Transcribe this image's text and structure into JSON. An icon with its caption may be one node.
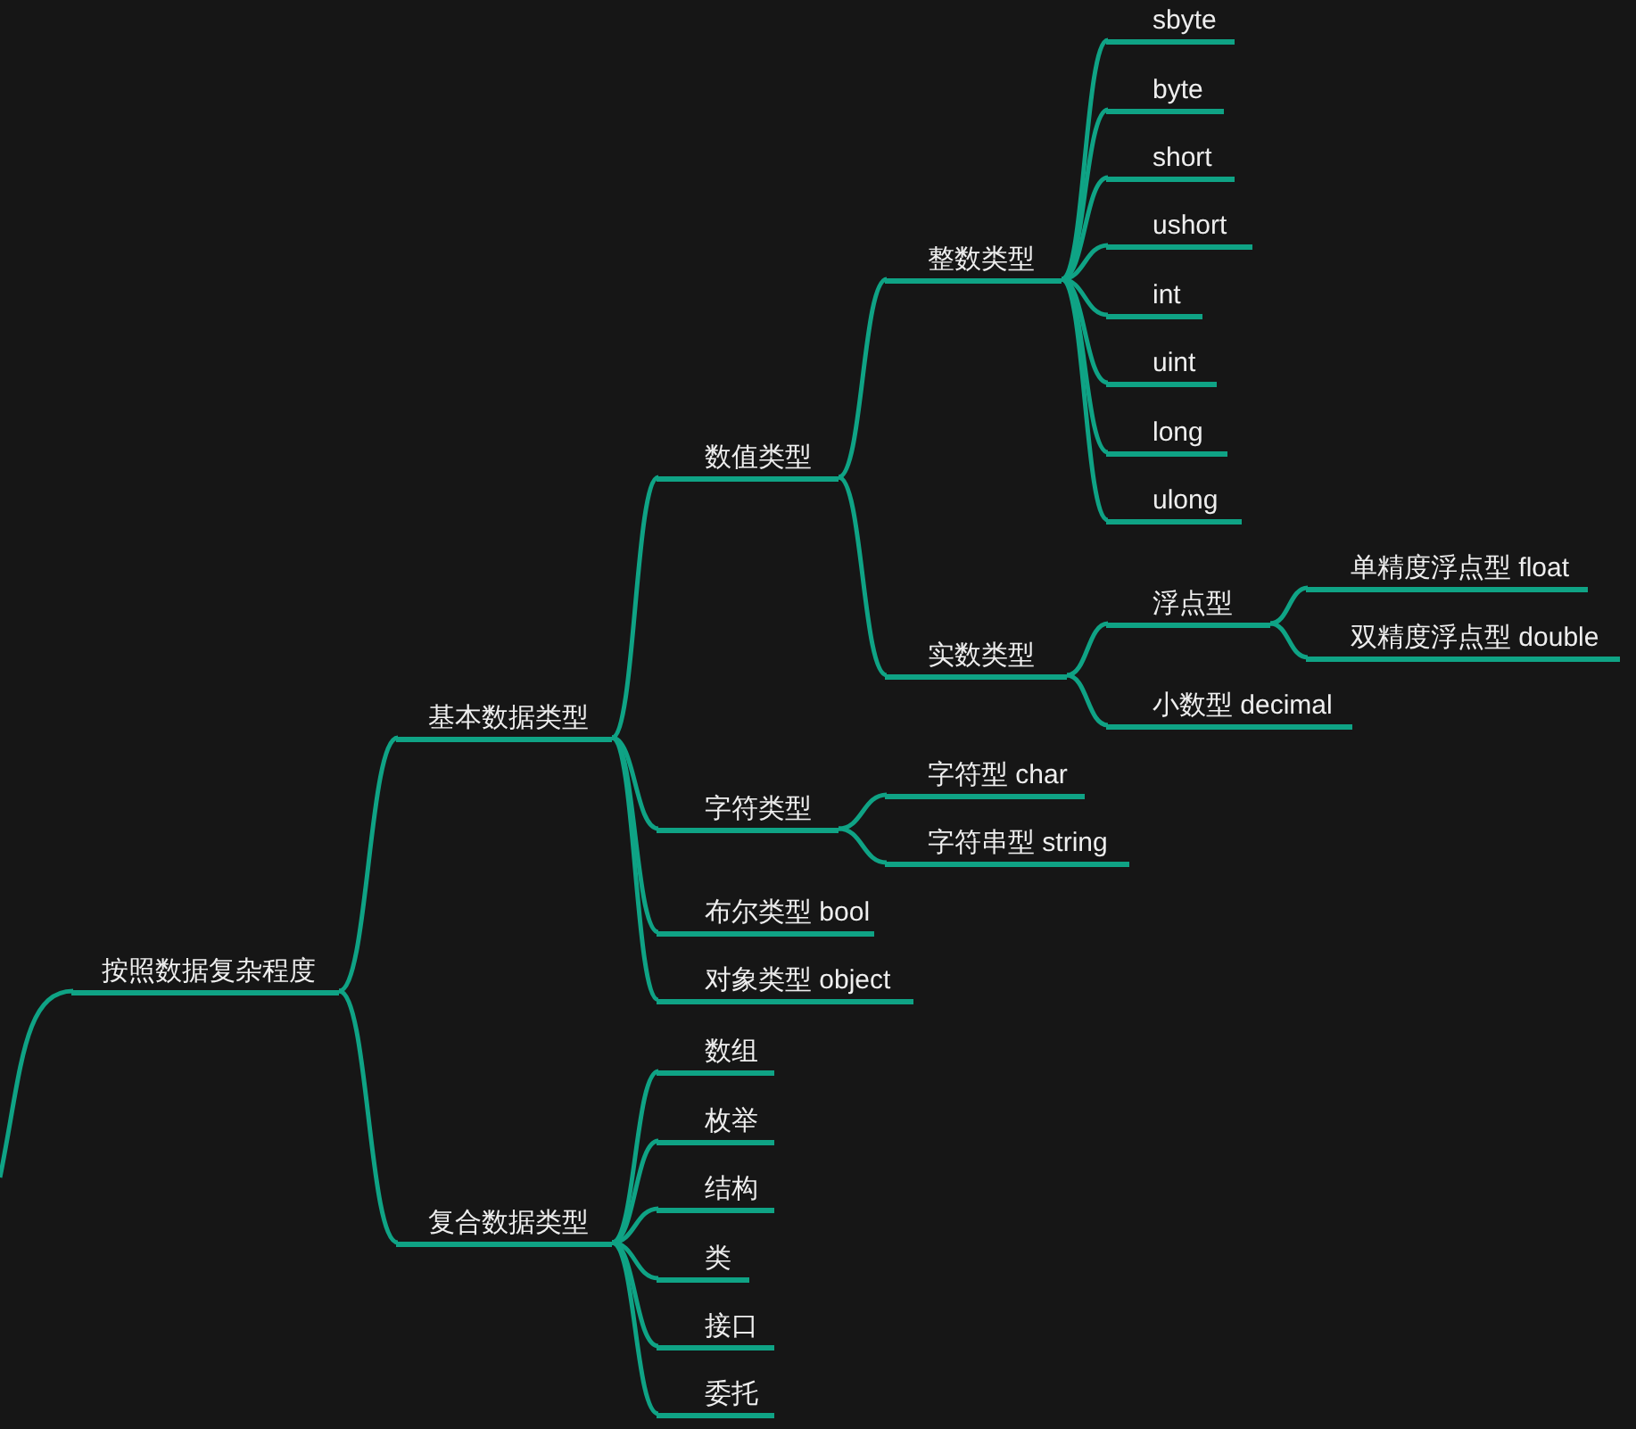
{
  "diagram": {
    "nodes": [
      {
        "text": [
          "按照数据复杂程度"
        ]
      },
      {
        "text": [
          "基本数据类型"
        ]
      },
      {
        "text": [
          "复合数据类型"
        ]
      },
      {
        "text": [
          "数值类型"
        ]
      },
      {
        "text": [
          "字符类型"
        ]
      },
      {
        "text": [
          "布尔类型 bool"
        ]
      },
      {
        "text": [
          "对象类型 object"
        ]
      },
      {
        "text": [
          "整数类型"
        ]
      },
      {
        "text": [
          "实数类型"
        ]
      },
      {
        "text": [
          "sbyte"
        ]
      },
      {
        "text": [
          "byte"
        ]
      },
      {
        "text": [
          "short"
        ]
      },
      {
        "text": [
          "ushort"
        ]
      },
      {
        "text": [
          "int"
        ]
      },
      {
        "text": [
          "uint"
        ]
      },
      {
        "text": [
          "long"
        ]
      },
      {
        "text": [
          "ulong"
        ]
      },
      {
        "text": [
          "浮点型"
        ]
      },
      {
        "text": [
          "小数型 decimal"
        ]
      },
      {
        "text": [
          "单精度浮点型 float"
        ]
      },
      {
        "text": [
          "双精度浮点型 double"
        ]
      },
      {
        "text": [
          "字符型 char"
        ]
      },
      {
        "text": [
          "字符串型 string"
        ]
      },
      {
        "text": [
          "数组"
        ]
      },
      {
        "text": [
          "枚举"
        ]
      },
      {
        "text": [
          "结构"
        ]
      },
      {
        "text": [
          "类"
        ]
      },
      {
        "text": [
          "接口"
        ]
      },
      {
        "text": [
          "委托"
        ]
      }
    ],
    "edges": [
      {
        "from": null,
        "to": 0,
        "arrow": "none"
      },
      {
        "from": 0,
        "to": 1,
        "arrow": "none"
      },
      {
        "from": 0,
        "to": 2,
        "arrow": "none"
      },
      {
        "from": 1,
        "to": 3,
        "arrow": "none"
      },
      {
        "from": 1,
        "to": 4,
        "arrow": "none"
      },
      {
        "from": 1,
        "to": 5,
        "arrow": "none"
      },
      {
        "from": 1,
        "to": 6,
        "arrow": "none"
      },
      {
        "from": 3,
        "to": 7,
        "arrow": "none"
      },
      {
        "from": 3,
        "to": 8,
        "arrow": "none"
      },
      {
        "from": 7,
        "to": 9,
        "arrow": "none"
      },
      {
        "from": 7,
        "to": 10,
        "arrow": "none"
      },
      {
        "from": 7,
        "to": 11,
        "arrow": "none"
      },
      {
        "from": 7,
        "to": 12,
        "arrow": "none"
      },
      {
        "from": 7,
        "to": 13,
        "arrow": "none"
      },
      {
        "from": 7,
        "to": 14,
        "arrow": "none"
      },
      {
        "from": 7,
        "to": 15,
        "arrow": "none"
      },
      {
        "from": 7,
        "to": 16,
        "arrow": "none"
      },
      {
        "from": 8,
        "to": 17,
        "arrow": "none"
      },
      {
        "from": 8,
        "to": 18,
        "arrow": "none"
      },
      {
        "from": 17,
        "to": 19,
        "arrow": "none"
      },
      {
        "from": 17,
        "to": 20,
        "arrow": "none"
      },
      {
        "from": 4,
        "to": 21,
        "arrow": "none"
      },
      {
        "from": 4,
        "to": 22,
        "arrow": "none"
      },
      {
        "from": 2,
        "to": 23,
        "arrow": "none"
      },
      {
        "from": 2,
        "to": 24,
        "arrow": "none"
      },
      {
        "from": 2,
        "to": 25,
        "arrow": "none"
      },
      {
        "from": 2,
        "to": 26,
        "arrow": "none"
      },
      {
        "from": 2,
        "to": 27,
        "arrow": "none"
      },
      {
        "from": 2,
        "to": 28,
        "arrow": "none"
      }
    ]
  }
}
